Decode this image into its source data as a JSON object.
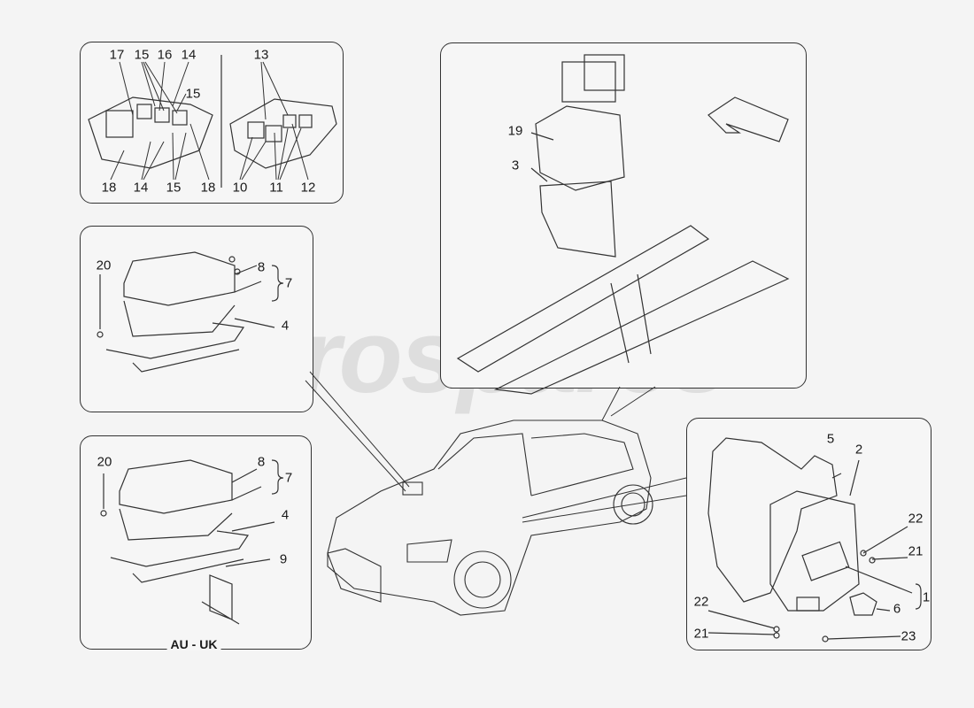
{
  "watermark": "eurospares",
  "panels": {
    "relay_box_top": {
      "labels": [
        "17",
        "15",
        "16",
        "14",
        "15",
        "18",
        "14",
        "15",
        "18",
        "13",
        "10",
        "11",
        "12"
      ]
    },
    "control_unit": {
      "labels": [
        "20",
        "8",
        "7",
        "4"
      ]
    },
    "control_unit_au_uk": {
      "labels": [
        "20",
        "8",
        "7",
        "4",
        "9"
      ],
      "caption": "AU - UK"
    },
    "engine_bay": {
      "labels": [
        "19",
        "3"
      ]
    },
    "fuse_box": {
      "labels": [
        "5",
        "2",
        "22",
        "21",
        "1",
        "6",
        "22",
        "21",
        "23"
      ]
    }
  }
}
